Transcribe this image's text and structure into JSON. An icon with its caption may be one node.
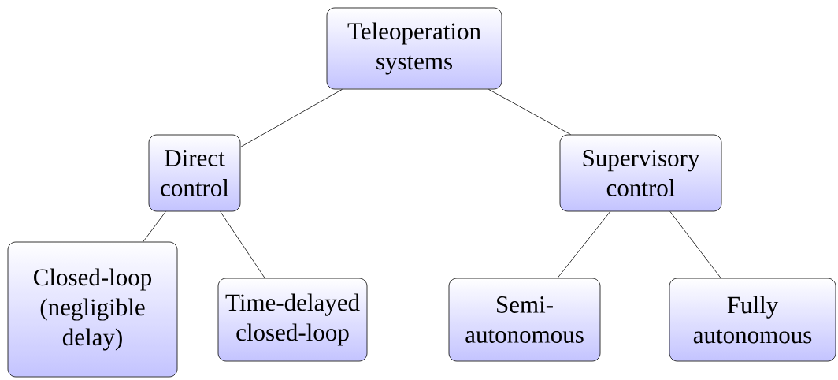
{
  "diagram": {
    "nodes": [
      {
        "text": [
          "Teleoperation systems"
        ]
      },
      {
        "text": [
          "Direct control"
        ]
      },
      {
        "text": [
          "Supervisory control"
        ]
      },
      {
        "text": [
          "Closed-loop (negligible delay)"
        ]
      },
      {
        "text": [
          "Time-delayed closed-loop"
        ]
      },
      {
        "text": [
          "Semi-autonomous"
        ]
      },
      {
        "text": [
          "Fully autonomous"
        ]
      }
    ],
    "edges": [
      {
        "from": 0,
        "to": 1,
        "arrow": "none"
      },
      {
        "from": 0,
        "to": 2,
        "arrow": "none"
      },
      {
        "from": 1,
        "to": 3,
        "arrow": "none"
      },
      {
        "from": 1,
        "to": 4,
        "arrow": "none"
      },
      {
        "from": 2,
        "to": 5,
        "arrow": "none"
      },
      {
        "from": 2,
        "to": 6,
        "arrow": "none"
      }
    ]
  }
}
